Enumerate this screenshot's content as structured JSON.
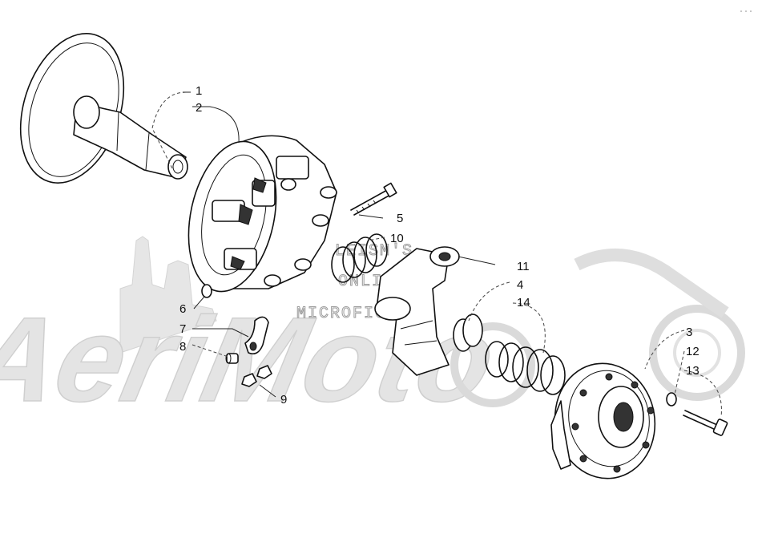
{
  "watermark": {
    "brand": "AeriMoto",
    "lines": [
      "LEISM'S",
      "ONLINE",
      "MICROFICHE"
    ]
  },
  "callouts": [
    {
      "id": "c1",
      "number": "1"
    },
    {
      "id": "c2",
      "number": "2"
    },
    {
      "id": "c3",
      "number": "3"
    },
    {
      "id": "c4",
      "number": "4"
    },
    {
      "id": "c5",
      "number": "5"
    },
    {
      "id": "c6",
      "number": "6"
    },
    {
      "id": "c7",
      "number": "7"
    },
    {
      "id": "c8",
      "number": "8"
    },
    {
      "id": "c9",
      "number": "9"
    },
    {
      "id": "c10",
      "number": "10"
    },
    {
      "id": "c11",
      "number": "11"
    },
    {
      "id": "c12",
      "number": "12"
    },
    {
      "id": "c13",
      "number": "13"
    },
    {
      "id": "c14",
      "number": "14"
    }
  ]
}
